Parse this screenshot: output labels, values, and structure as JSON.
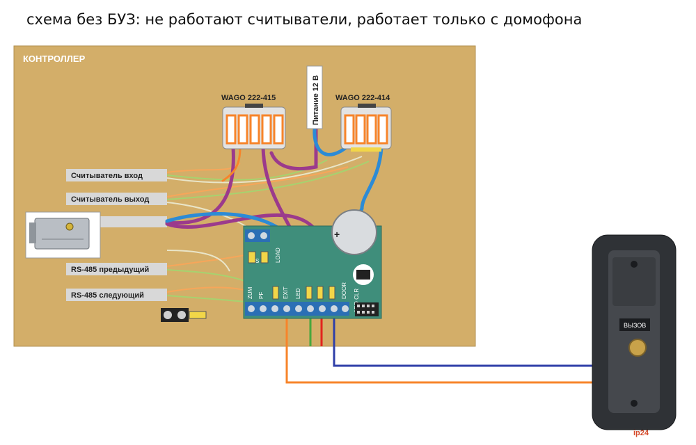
{
  "caption": "схема без БУЗ: не работают считыватели, работает только с домофона",
  "panel": {
    "title": "КОНТРОЛЛЕР"
  },
  "wago_left": {
    "label": "WAGO 222-415"
  },
  "wago_right": {
    "label": "WAGO 222-414"
  },
  "power": {
    "label": "Питание 12 В"
  },
  "cables": {
    "reader_in": "Считыватель вход",
    "reader_out": "Считыватель выход",
    "rs485_prev": "RS-485 предыдущий",
    "rs485_next": "RS-485 следующий"
  },
  "board": {
    "top_labels": {
      "s": "S",
      "load": "LOAD"
    },
    "pins": [
      "ZUM",
      "PF",
      "EXIT",
      "LED",
      "",
      "",
      "DOOR",
      "ADD CLR"
    ],
    "battery_sign": "+"
  },
  "intercom": {
    "call_label": "ВЫЗОВ",
    "watermark": "ip24"
  },
  "colors": {
    "panel": "#d3ae69",
    "orange": "#f7842a",
    "green": "#47a73d",
    "red": "#e2231d",
    "blue": "#2f3fa8",
    "board": "#3f8e7b"
  }
}
